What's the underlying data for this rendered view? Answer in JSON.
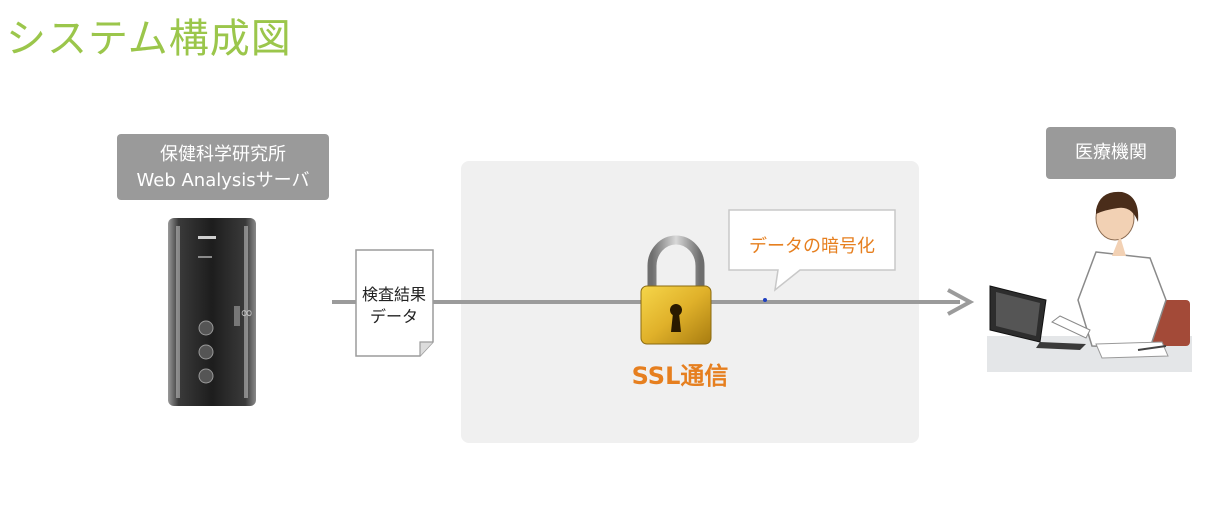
{
  "title": "システム構成図",
  "server": {
    "label_line1": "保健科学研究所",
    "label_line2": "Web Analysisサーバ"
  },
  "clinic": {
    "label": "医療機関"
  },
  "document": {
    "line1": "検査結果",
    "line2": "データ"
  },
  "callout": {
    "text": "データの暗号化"
  },
  "connection": {
    "label": "SSL通信"
  },
  "icons": [
    "server-icon",
    "document-icon",
    "padlock-icon",
    "doctor-at-laptop-icon",
    "arrow-right-icon",
    "speech-callout-icon"
  ],
  "colors": {
    "title": "#9bc64b",
    "accent": "#e67f1f",
    "label_bg": "#9a9a9a",
    "panel_bg": "#f0f0f0"
  }
}
